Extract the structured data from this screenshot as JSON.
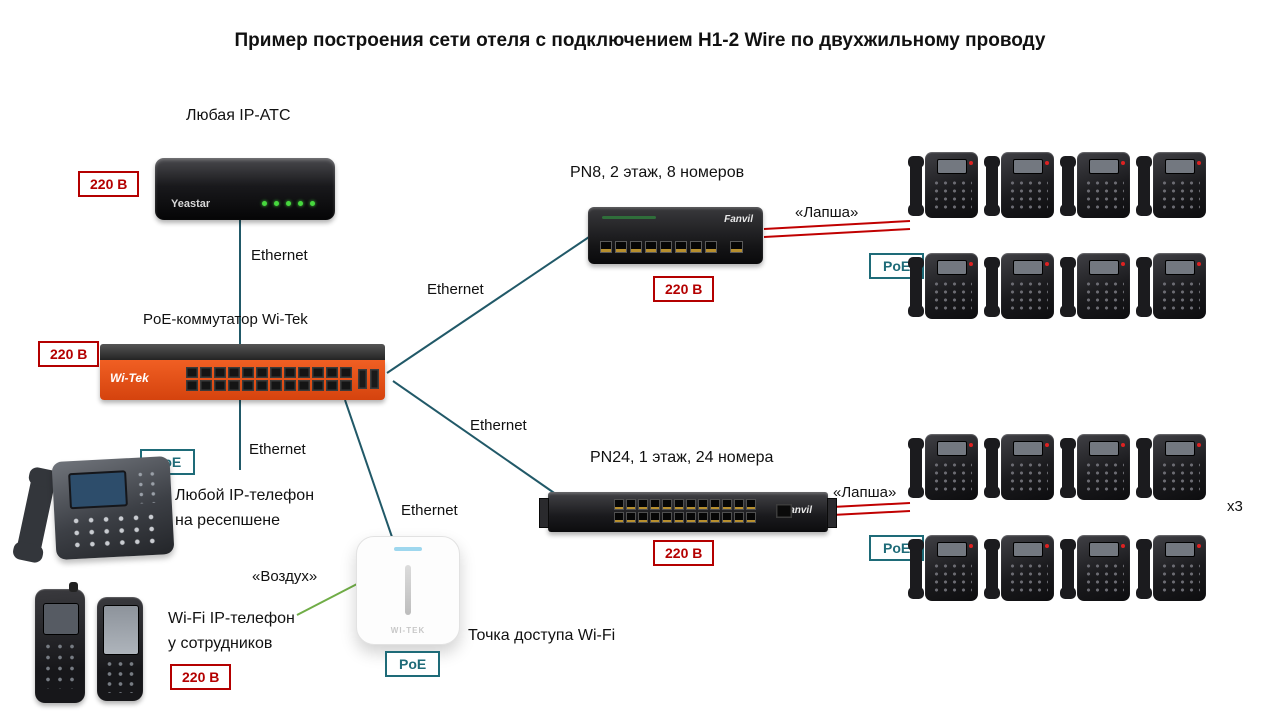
{
  "title": "Пример построения сети отеля с подключением H1-2 Wire по двухжильному проводу",
  "labels": {
    "ipats": "Любая IP-АТС",
    "poe_switch": "PoE-коммутатор Wi-Tek",
    "pn8": "PN8, 2 этаж, 8 номеров",
    "pn24": "PN24, 1 этаж, 24 номера",
    "reception_phone": "Любой IP-телефон\nна ресепшене",
    "wifi_phone": "Wi-Fi IP-телефон\nу сотрудников",
    "ap": "Точка доступа Wi-Fi",
    "x3": "x3"
  },
  "badges": {
    "power": "220 В",
    "poe": "PoE"
  },
  "connections": {
    "ethernet": "Ethernet",
    "lapsha": "«Лапша»",
    "air": "«Воздух»"
  },
  "devices": {
    "yeastar_brand": "Yeastar",
    "witek_brand": "Wi-Tek",
    "fanvil_brand": "Fanvil",
    "ap_brand": "WI-TEK"
  },
  "colors": {
    "power_badge": "#b40000",
    "poe_badge": "#1e6b78",
    "line": "#215968",
    "lapsha_line": "#c00000",
    "air_line": "#70ad47",
    "switch_orange": "#e8501e"
  }
}
